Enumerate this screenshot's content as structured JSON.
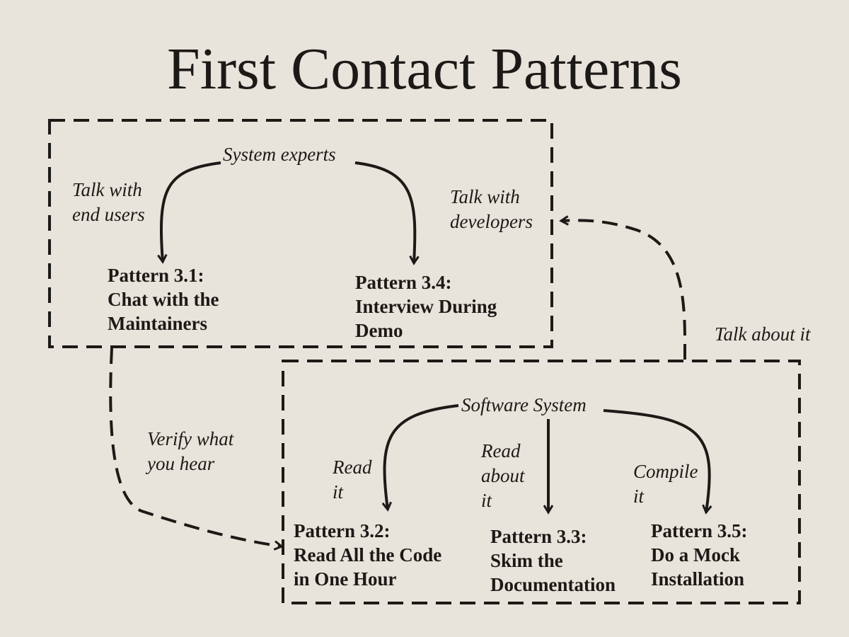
{
  "title": "First Contact Patterns",
  "top_group": {
    "source": "System experts",
    "edge_left": [
      "Talk with",
      "end users"
    ],
    "edge_right": [
      "Talk with",
      "developers"
    ],
    "pattern_left": [
      "Pattern 3.1:",
      "Chat with the",
      "Maintainers"
    ],
    "pattern_right": [
      "Pattern 3.4:",
      "Interview During",
      "Demo"
    ]
  },
  "bottom_group": {
    "source": "Software System",
    "edge_left": [
      "Read",
      "it"
    ],
    "edge_middle": [
      "Read",
      "about",
      "it"
    ],
    "edge_right": [
      "Compile",
      "it"
    ],
    "pattern_left": [
      "Pattern 3.2:",
      "Read All the Code",
      "in One Hour"
    ],
    "pattern_middle": [
      "Pattern 3.3:",
      "Skim the",
      "Documentation"
    ],
    "pattern_right": [
      "Pattern 3.5:",
      "Do a Mock",
      "Installation"
    ]
  },
  "cross_edges": {
    "verify": [
      "Verify what",
      "you hear"
    ],
    "talk_about": "Talk about it"
  },
  "colors": {
    "background": "#e8e3db",
    "ink": "#1c1a17"
  }
}
